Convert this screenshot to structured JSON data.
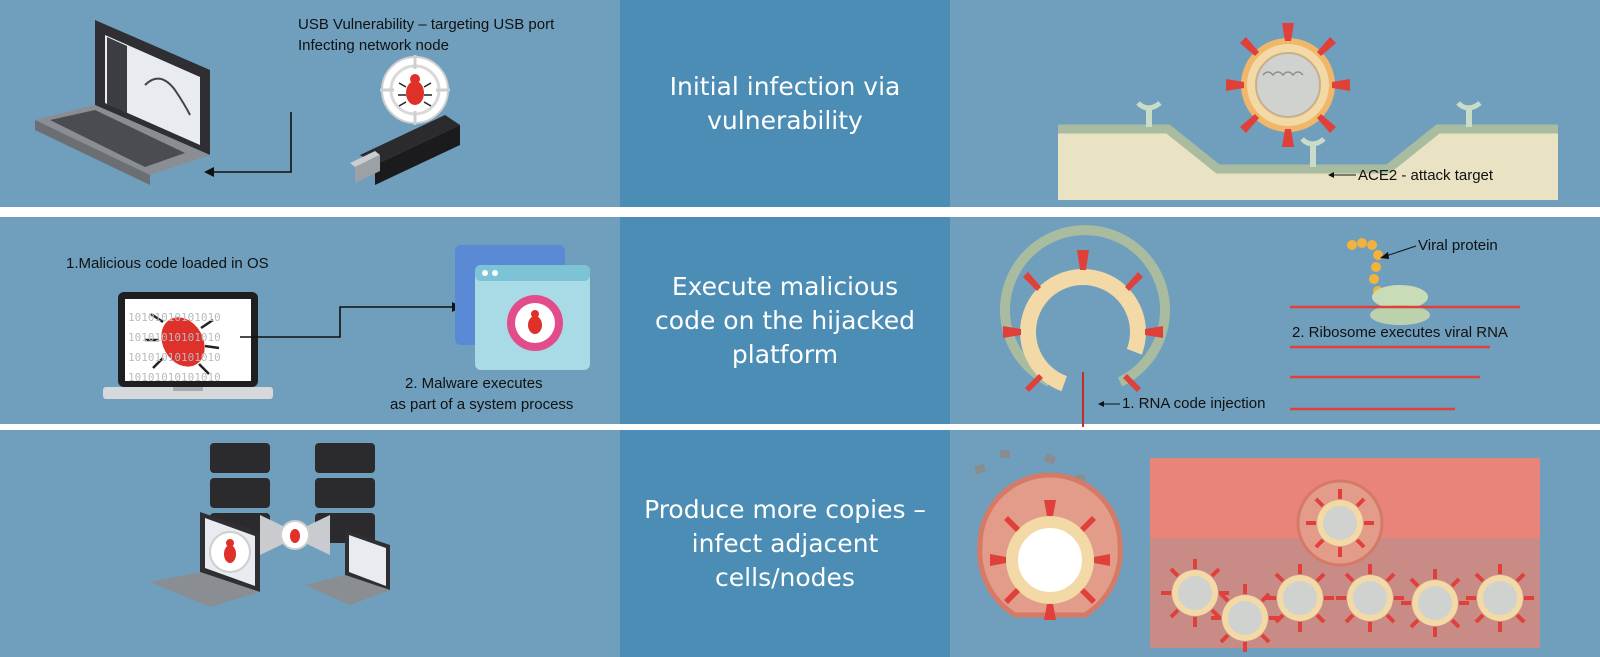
{
  "rows": [
    {
      "title": "Initial infection via vulnerability",
      "left_labels": [
        "USB Vulnerability – targeting USB port",
        "Infecting network node"
      ],
      "right_label": "ACE2  - attack target"
    },
    {
      "title": "Execute malicious code on the hijacked platform",
      "left_label_1": "1.Malicious code loaded in OS",
      "left_label_2": [
        "2. Malware executes",
        "as part of a system process"
      ],
      "right_label_1": "Viral protein",
      "right_label_2": "2. Ribosome executes viral RNA",
      "right_label_3": "1. RNA code injection",
      "binary_text": "10101010101010"
    },
    {
      "title": "Produce more copies – infect adjacent cells/nodes"
    }
  ],
  "colors": {
    "panel": "#6f9fbd",
    "center_panel": "#4b8db4",
    "virus_spike": "#e0403a",
    "virus_body": "#f2d9a6",
    "membrane": "#a9bca0",
    "cell": "#e9e2c3",
    "bug": "#e0302a"
  }
}
